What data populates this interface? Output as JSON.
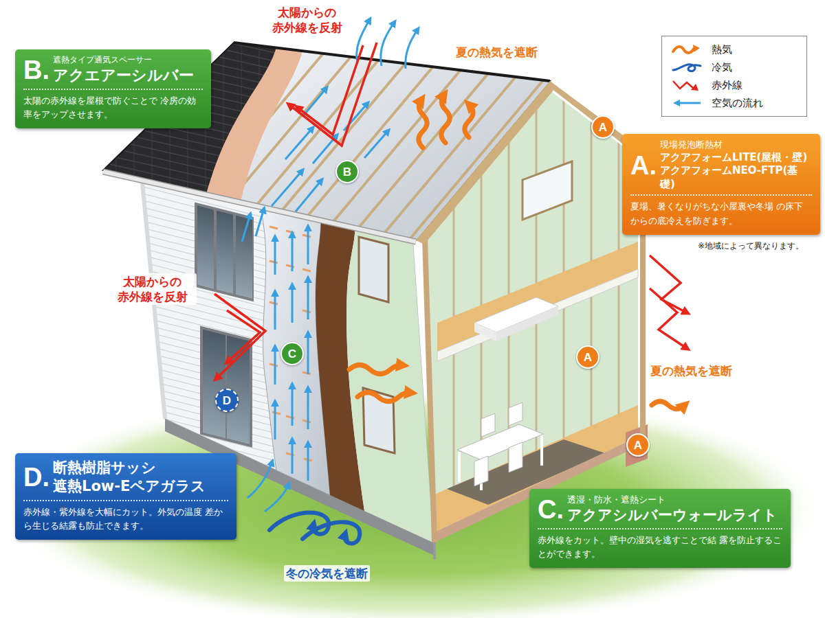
{
  "diagram": {
    "nodes": [
      {
        "text": [
          "遮熱タイプ通気スペーサー",
          "B.",
          "アクエアーシルバー",
          "太陽の赤外線を屋根で防ぐことで 冷房の効率をアップさせます。"
        ]
      },
      {
        "text": [
          "A"
        ]
      },
      {
        "text": [
          "A.",
          "現場発泡断熱材",
          "アクアフォームLITE(屋根・壁)",
          "アクアフォームNEO-FTP(基礎)",
          "夏場、暑くなりがちな小屋裏や冬場 の床下からの底冷えを防ぎます。"
        ]
      },
      {
        "text": [
          "B"
        ]
      },
      {
        "text": [
          "C"
        ]
      },
      {
        "text": [
          "A"
        ]
      },
      {
        "text": [
          "D"
        ]
      },
      {
        "text": [
          "A"
        ]
      },
      {
        "text": [
          "D.",
          "断熱樹脂サッシ",
          "遮熱Low-Eペアガラス",
          "赤外線・紫外線を大幅にカット。外気の温度 差から生じる結露も防止できます。"
        ]
      },
      {
        "text": [
          "透湿・防水・遮熱シート",
          "C.",
          "アクアシルバーウォールライト",
          "赤外線をカット。壁中の湿気を逃すことで結 露を防止することができます。"
        ]
      }
    ],
    "labels": [
      "太陽からの 赤外線を反射",
      "夏の熱気を遮断",
      "※地域によって異なります。",
      "太陽からの 赤外線を反射",
      "夏の熱気を遮断",
      "冬の冷気を遮断"
    ],
    "legend": [
      {
        "text": "熱気"
      },
      {
        "text": "冷気"
      },
      {
        "text": "赤外線"
      },
      {
        "text": "空気の流れ"
      }
    ]
  }
}
